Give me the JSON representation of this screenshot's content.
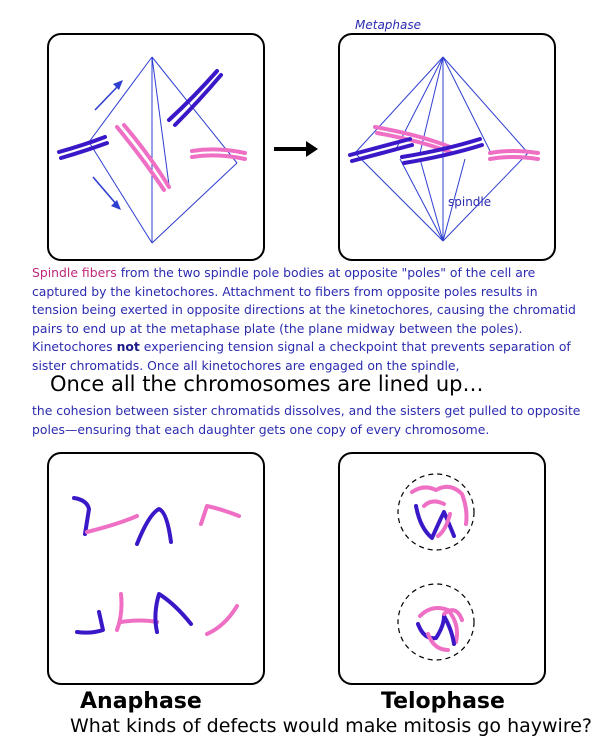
{
  "labels": {
    "metaphase": "Metaphase",
    "spindle": "spindle"
  },
  "paragraph1": {
    "lead": "Spindle fibers",
    "part1": " from the two spindle pole bodies at opposite \"poles\" of the cell are captured by the kinetochores.  Attachment to fibers from opposite poles results in tension being exerted in opposite directions at the kinetochores, causing the chromatid pairs to end up at the metaphase plate (the plane midway between the poles).  Kinetochores ",
    "emphasis": "not",
    "part2": " experiencing tension signal a checkpoint that prevents separation of sister chromatids.  Once all kinetochores are engaged on the spindle,"
  },
  "heading": "Once all the chromosomes are lined up…",
  "paragraph2": "the cohesion between sister chromatids dissolves, and the sisters get pulled to opposite poles—ensuring that each daughter gets one copy of every chromosome.",
  "phases": {
    "anaphase": "Anaphase",
    "telophase": "Telophase"
  },
  "question": "What kinds of defects would make mitosis go haywire?",
  "colors": {
    "spindle_blue": "#2f3fd0",
    "chromosome_purple": "#3a18c8",
    "chromosome_pink": "#ee6fc4",
    "text_blue": "#2b2bb0"
  }
}
